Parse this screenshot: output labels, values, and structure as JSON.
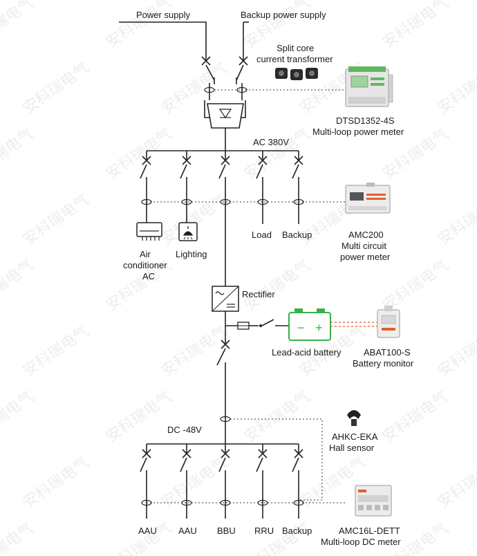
{
  "watermark": "安科瑞电气",
  "sources": {
    "main": "Power supply",
    "backup": "Backup power supply"
  },
  "ct": {
    "line1": "Split core",
    "line2": "current transformer"
  },
  "meter1": {
    "model": "DTSD1352-4S",
    "desc": "Multi-loop power meter"
  },
  "ac_bus": "AC 380V",
  "ac_loads": {
    "ac_line1": "Air",
    "ac_line2": "conditioner",
    "ac_line3": "AC",
    "lighting": "Lighting",
    "load": "Load",
    "backup": "Backup"
  },
  "meter2": {
    "model": "AMC200",
    "line1": "Multi circuit",
    "line2": "power meter"
  },
  "rectifier": "Rectifier",
  "battery": {
    "label": "Lead-acid battery",
    "minus": "−",
    "plus": "+"
  },
  "battery_monitor": {
    "model": "ABAT100-S",
    "desc": "Battery monitor"
  },
  "hall": {
    "model": "AHKC-EKA",
    "desc": "Hall sensor"
  },
  "dc_bus": "DC -48V",
  "dc_loads": {
    "aau1": "AAU",
    "aau2": "AAU",
    "bbu": "BBU",
    "rru": "RRU",
    "backup": "Backup"
  },
  "meter3": {
    "model": "AMC16L-DETT",
    "desc": "Multi-loop DC meter"
  },
  "colors": {
    "battery_green": "#36b24a",
    "accent_orange": "#e0602a"
  }
}
